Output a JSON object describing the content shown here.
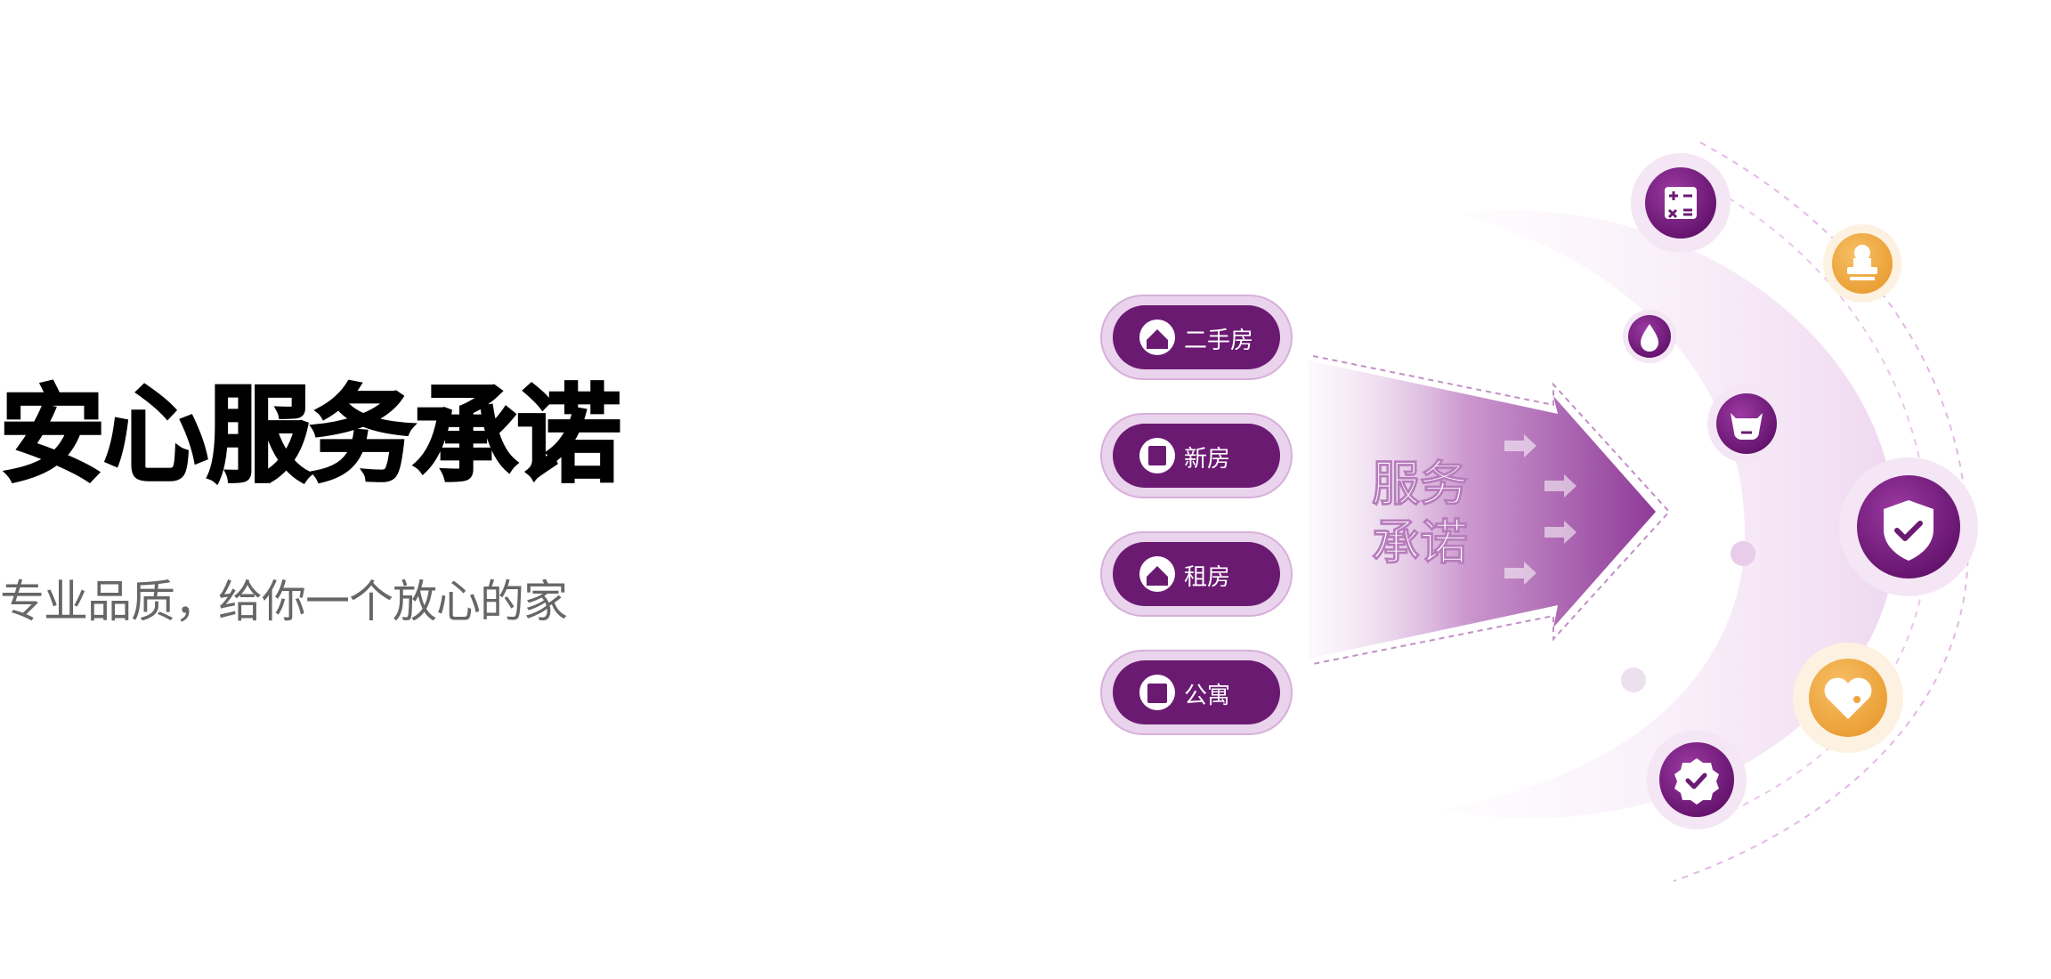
{
  "title": "安心服务承诺",
  "subtitle": "专业品质，给你一个放心的家",
  "center_label": [
    "服务",
    "承诺"
  ],
  "categories": [
    {
      "label": "二手房",
      "icon": "house-icon"
    },
    {
      "label": "新房",
      "icon": "building-icon"
    },
    {
      "label": "租房",
      "icon": "key-house-icon"
    },
    {
      "label": "公寓",
      "icon": "apartment-icon"
    }
  ],
  "service_icons": [
    "calculator-icon",
    "stamp-icon",
    "water-drop-icon",
    "cow-icon",
    "shield-check-icon",
    "heart-tag-icon",
    "badge-check-icon"
  ],
  "colors": {
    "primary": "#6b1a72",
    "accent": "#f0a43a",
    "soft": "#ead3ec",
    "text": "#000000",
    "subtext": "#666666"
  }
}
